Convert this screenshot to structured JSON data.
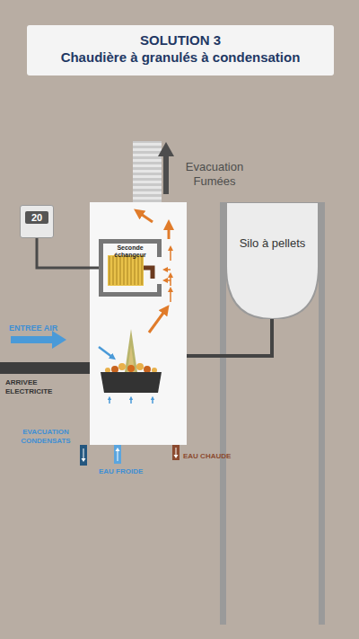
{
  "diagram": {
    "nodes": [
      {
        "text": [
          "SOLUTION 3",
          "Chaudière à granulés à condensation"
        ]
      },
      {
        "text": [
          "20"
        ]
      },
      {
        "text": [
          "Seconde échangeur"
        ]
      },
      {
        "text": [
          "Silo à pellets"
        ]
      }
    ],
    "edges": [
      {
        "from": 1,
        "to": 2,
        "arrow": "none"
      }
    ],
    "labels": [
      "Evacuation Fumées",
      "ENTREE AIR",
      "ARRIVEE ELECTRICITE",
      "EVACUATION CONDENSATS",
      "EAU FROIDE",
      "EAU CHAUDE"
    ]
  }
}
